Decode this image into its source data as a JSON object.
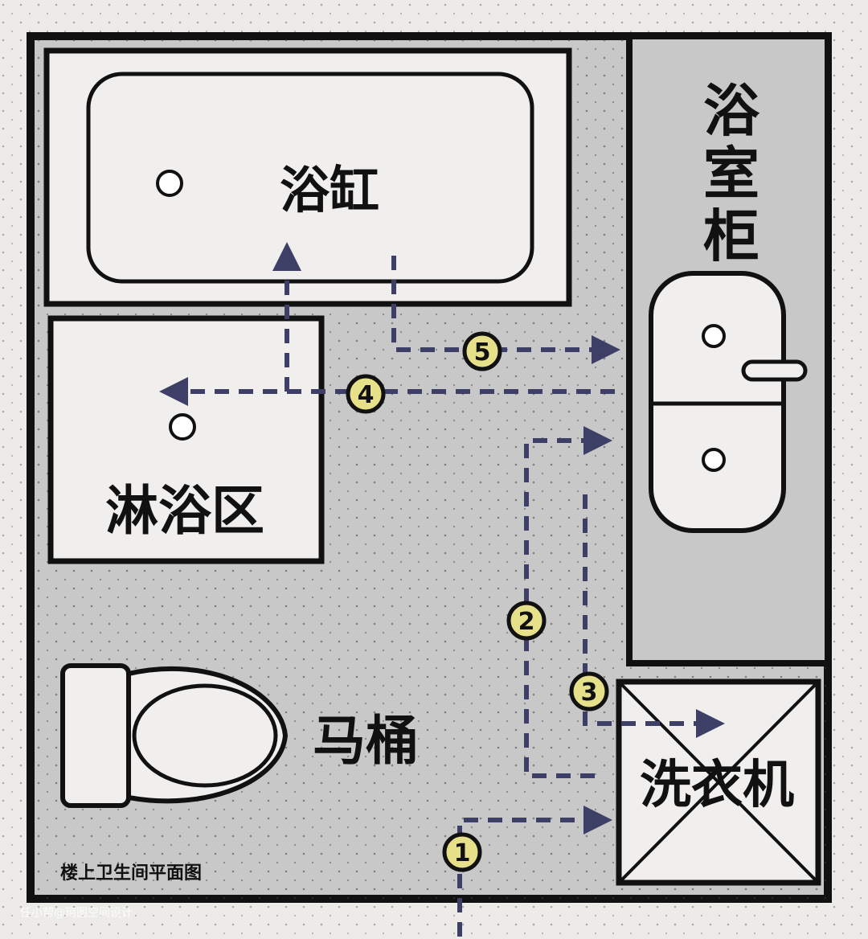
{
  "title": "楼上卫生间平面图",
  "watermark": "任小帮@珂图空间设计",
  "fixtures": {
    "bathtub": "浴缸",
    "shower": "淋浴区",
    "cabinet": [
      "浴",
      "室",
      "柜"
    ],
    "toilet": "马桶",
    "washer": "洗衣机"
  },
  "routes": [
    "1",
    "2",
    "3",
    "4",
    "5"
  ],
  "colors": {
    "route": "#3d3f66",
    "marker": "#e6e08a",
    "floor": "#c9c8c8",
    "fixture": "#f0efee"
  }
}
